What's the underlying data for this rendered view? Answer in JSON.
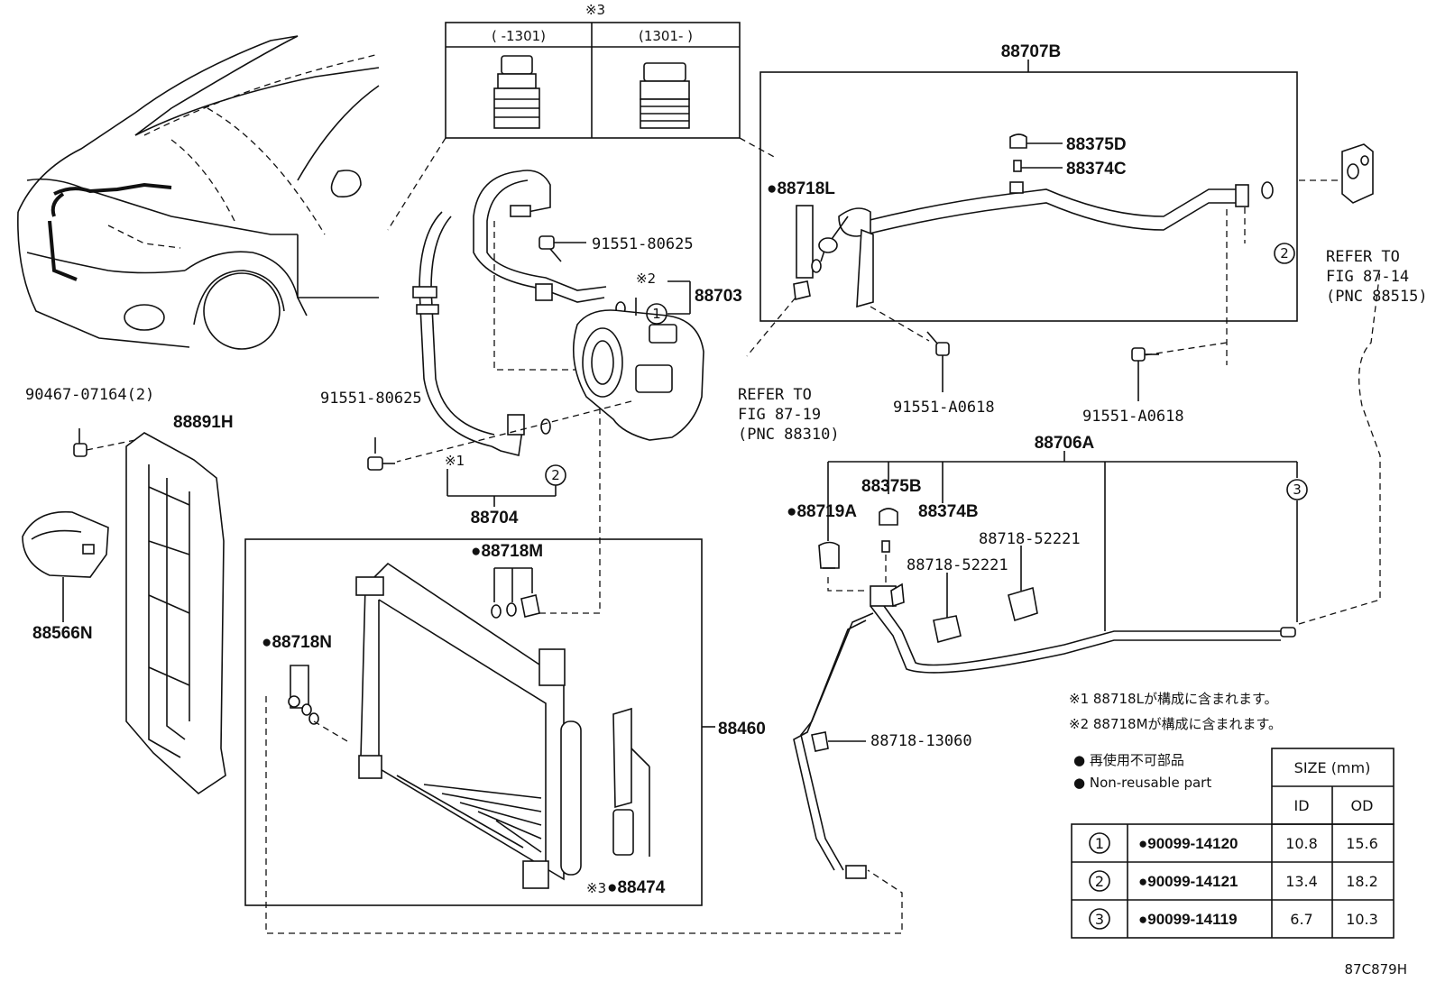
{
  "diagram_code": "87C879H",
  "connectors": {
    "note_mark": "※3",
    "col1": "(    -1301)",
    "col2": "(1301-     )"
  },
  "parts": {
    "p88707B": "88707B",
    "p88375D": "88375D",
    "p88374C": "88374C",
    "p88718L": "●88718L",
    "p88703": "88703",
    "p91551_80625_a": "91551-80625",
    "p91551_80625_b": "91551-80625",
    "p90467": "90467-07164(2)",
    "p88891H": "88891H",
    "p88566N": "88566N",
    "p88704": "88704",
    "p88460": "88460",
    "p88718M": "●88718M",
    "p88718N": "●88718N",
    "p88474": "●88474",
    "p88474_note": "※3",
    "p91551_A0618_a": "91551-A0618",
    "p91551_A0618_b": "91551-A0618",
    "p88706A": "88706A",
    "p88375B": "88375B",
    "p88719A": "●88719A",
    "p88374B": "88374B",
    "p88718_52221_a": "88718-52221",
    "p88718_52221_b": "88718-52221",
    "p88718_13060": "88718-13060",
    "note1_mark": "※1",
    "note2_mark": "※2"
  },
  "refs": {
    "ref1": [
      "REFER TO",
      "FIG 87-19",
      "(PNC 88310)"
    ],
    "ref2": [
      "REFER TO",
      "FIG 87-14",
      "(PNC 88515)"
    ]
  },
  "notes": {
    "n1": "※1 88718Lが構成に含まれます。",
    "n2": "※2 88718Mが構成に含まれます。",
    "n3": "● 再使用不可部品",
    "n4": "● Non-reusable part"
  },
  "callouts": [
    "1",
    "2",
    "2",
    "3"
  ],
  "size_table": {
    "header": "SIZE (mm)",
    "col_id": "ID",
    "col_od": "OD",
    "rows": [
      {
        "no": "1",
        "part": "●90099-14120",
        "id": "10.8",
        "od": "15.6"
      },
      {
        "no": "2",
        "part": "●90099-14121",
        "id": "13.4",
        "od": "18.2"
      },
      {
        "no": "3",
        "part": "●90099-14119",
        "id": "6.7",
        "od": "10.3"
      }
    ]
  }
}
